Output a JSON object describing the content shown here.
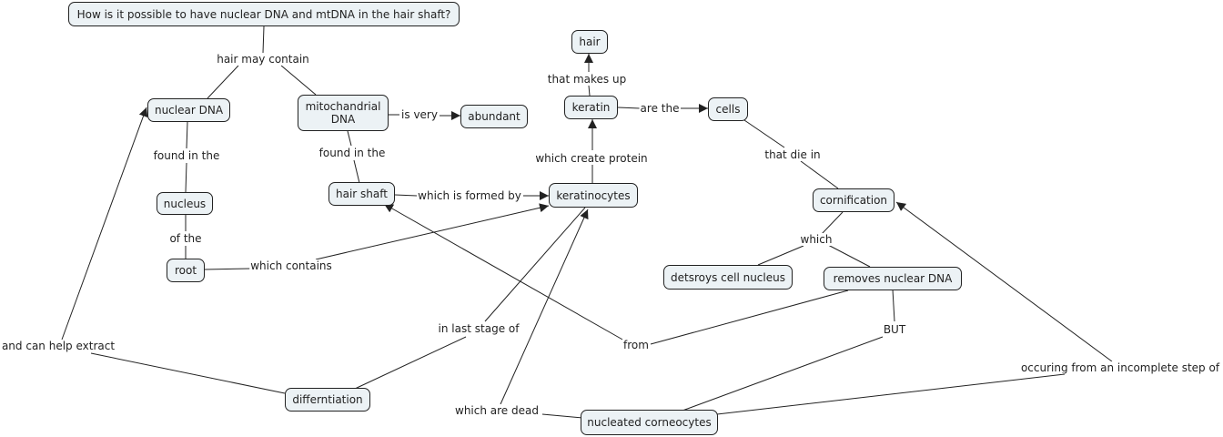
{
  "concept_map": {
    "colors": {
      "node_fill": "#ecf2f5",
      "node_border": "#222222",
      "line": "#222222",
      "text": "#222222"
    },
    "nodes": [
      {
        "id": "question",
        "label": "How is it possible to have nuclear DNA and mtDNA in the hair shaft?"
      },
      {
        "id": "nuclear_dna",
        "label": "nuclear DNA"
      },
      {
        "id": "mtdna",
        "label": "mitochandrial DNA"
      },
      {
        "id": "abundant",
        "label": "abundant"
      },
      {
        "id": "nucleus",
        "label": "nucleus"
      },
      {
        "id": "root",
        "label": "root"
      },
      {
        "id": "hair_shaft",
        "label": "hair shaft"
      },
      {
        "id": "keratinocytes",
        "label": "keratinocytes"
      },
      {
        "id": "keratin",
        "label": "keratin"
      },
      {
        "id": "hair",
        "label": "hair"
      },
      {
        "id": "cells",
        "label": "cells"
      },
      {
        "id": "cornification",
        "label": "cornification"
      },
      {
        "id": "destroys",
        "label": "detsroys cell nucleus"
      },
      {
        "id": "removes",
        "label": "removes nuclear DNA"
      },
      {
        "id": "differentiation",
        "label": "differntiation"
      },
      {
        "id": "nucleated",
        "label": "nucleated corneocytes"
      }
    ],
    "links": [
      {
        "id": "hair_may_contain",
        "label": "hair may contain"
      },
      {
        "id": "found_in_1",
        "label": "found in the"
      },
      {
        "id": "found_in_2",
        "label": "found in the"
      },
      {
        "id": "is_very",
        "label": "is very"
      },
      {
        "id": "of_the",
        "label": "of the"
      },
      {
        "id": "which_contains",
        "label": "which contains"
      },
      {
        "id": "formed_by",
        "label": "which is formed by"
      },
      {
        "id": "create_protein",
        "label": "which create protein"
      },
      {
        "id": "makes_up",
        "label": "that makes up"
      },
      {
        "id": "are_the",
        "label": "are the"
      },
      {
        "id": "die_in",
        "label": "that die in"
      },
      {
        "id": "which",
        "label": "which"
      },
      {
        "id": "from",
        "label": "from"
      },
      {
        "id": "but",
        "label": "BUT"
      },
      {
        "id": "incomplete_step",
        "label": "occuring from an incomplete step of"
      },
      {
        "id": "help_extract",
        "label": "and can help extract"
      },
      {
        "id": "last_stage",
        "label": "in last stage of"
      },
      {
        "id": "are_dead",
        "label": "which are dead"
      }
    ]
  }
}
